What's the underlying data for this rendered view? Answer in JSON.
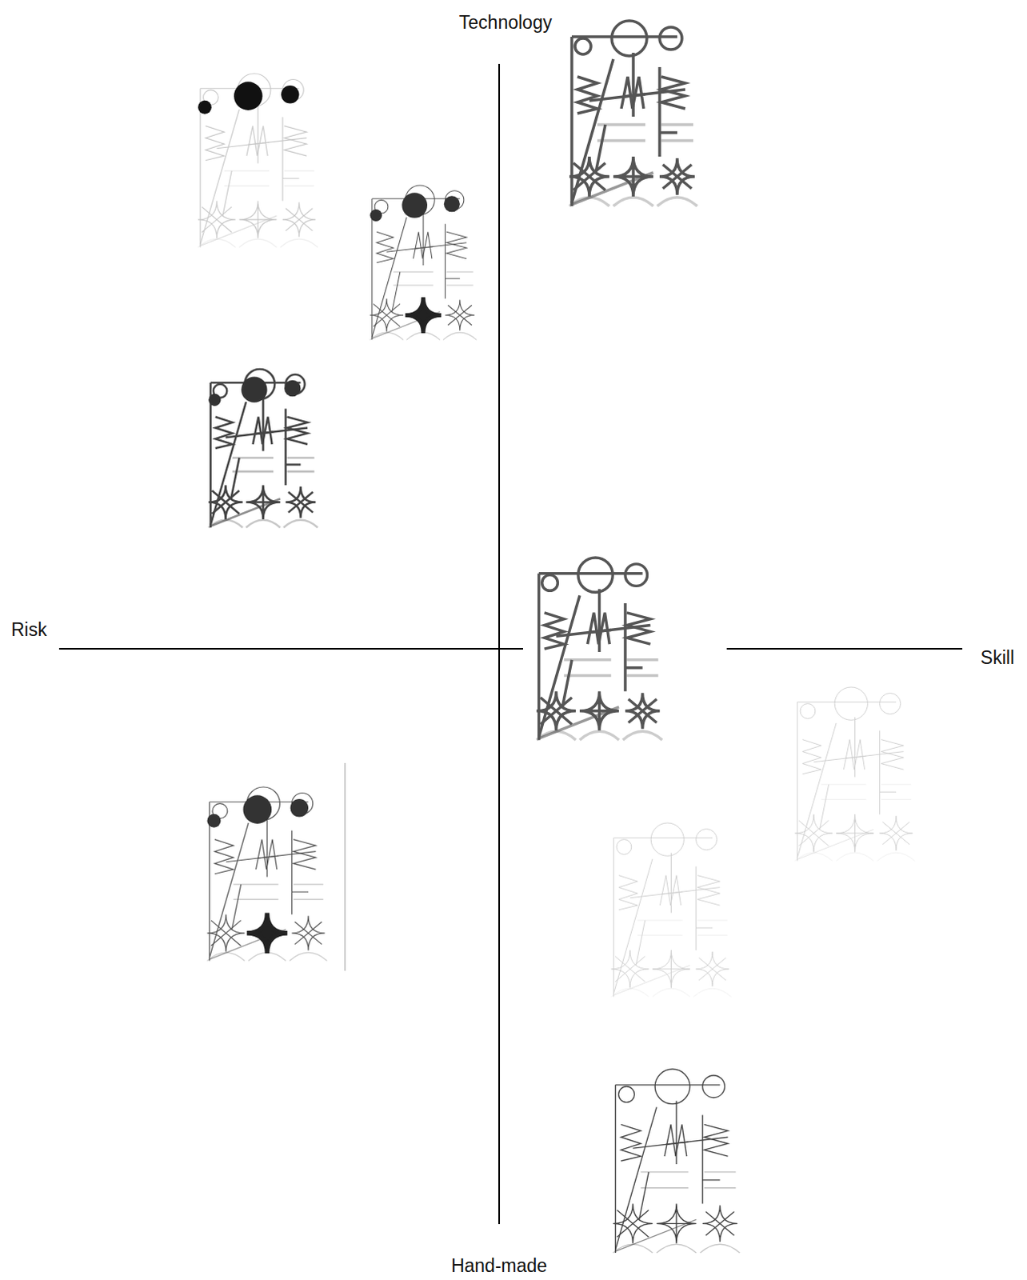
{
  "diagram": {
    "labels": [
      "Technology",
      "Risk",
      "Skill",
      "Hand-made"
    ]
  }
}
